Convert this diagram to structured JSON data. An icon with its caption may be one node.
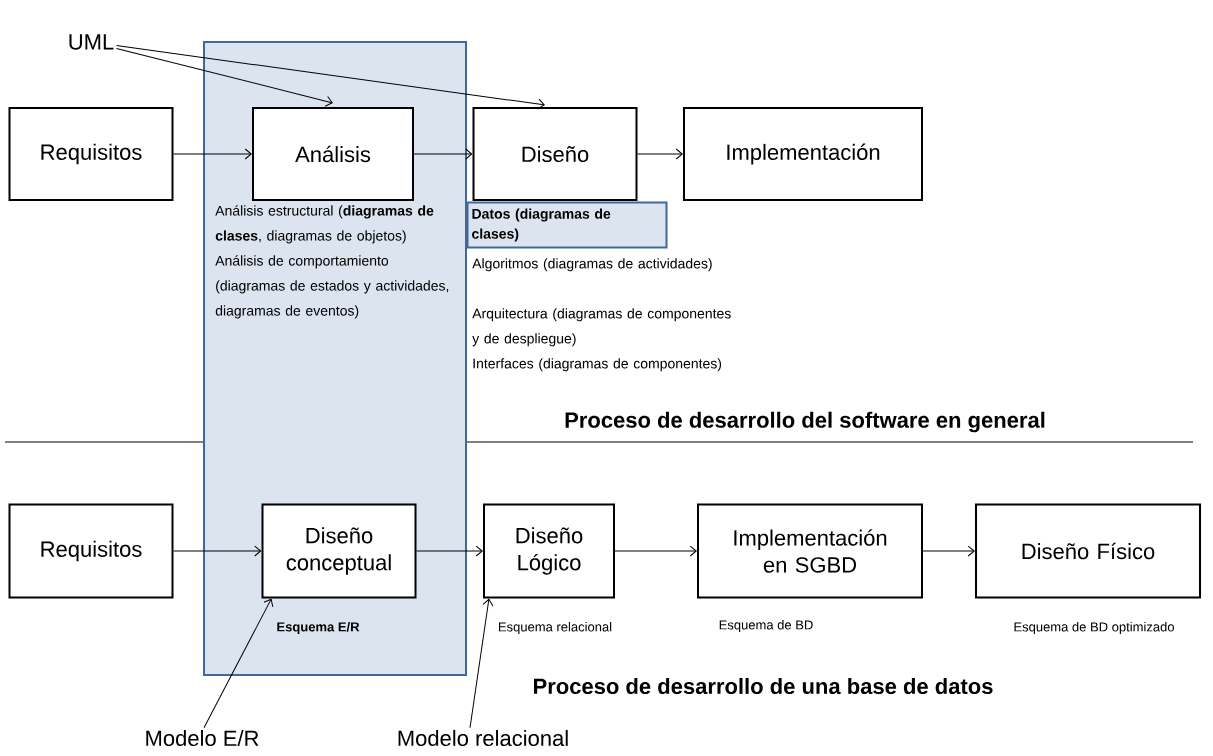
{
  "diagram": {
    "nodes": [
      {
        "text": [],
        "shape": "box"
      },
      {
        "text": [
          "UML"
        ]
      },
      {
        "text": [
          "Requisitos"
        ]
      },
      {
        "text": [
          "Análisis"
        ],
        "in": 0,
        "beside": [
          "Análisis estructural (**diagramas de clases**, diagramas de objetos)",
          "Análisis de comportamiento (diagramas de estados y actividades, diagramas de eventos)"
        ]
      },
      {
        "text": [
          "Diseño"
        ]
      },
      {
        "text": [
          "Implementación"
        ]
      },
      {
        "text": [
          "Datos (diagramas de clases)"
        ]
      },
      {
        "text": [
          "Requisitos"
        ]
      },
      {
        "text": [
          "Diseño conceptual"
        ],
        "in": 0,
        "beside": [
          "Esquema E/R"
        ]
      },
      {
        "text": [
          "Diseño Lógico"
        ],
        "beside": [
          "Esquema relacional"
        ]
      },
      {
        "text": [
          "Implementación en SGBD"
        ],
        "beside": [
          "Esquema de BD"
        ]
      },
      {
        "text": [
          "Diseño Físico"
        ],
        "beside": [
          "Esquema de BD optimizado"
        ]
      },
      {
        "text": [
          "Modelo E/R"
        ]
      },
      {
        "text": [
          "Modelo relacional"
        ]
      }
    ],
    "edges": [
      {
        "from": 1,
        "to": 3,
        "arrow": "to"
      },
      {
        "from": 1,
        "to": 4,
        "arrow": "to"
      },
      {
        "from": 2,
        "to": 3,
        "arrow": "to"
      },
      {
        "from": 3,
        "to": 4,
        "arrow": "to"
      },
      {
        "from": 4,
        "to": 5,
        "arrow": "to"
      },
      {
        "from": 7,
        "to": 8,
        "arrow": "to"
      },
      {
        "from": 8,
        "to": 9,
        "arrow": "to"
      },
      {
        "from": 9,
        "to": 10,
        "arrow": "to"
      },
      {
        "from": 10,
        "to": 11,
        "arrow": "to"
      },
      {
        "from": 12,
        "to": 8,
        "arrow": "to"
      },
      {
        "from": 13,
        "to": 9,
        "arrow": "to"
      }
    ],
    "labels": [
      "Algoritmos (diagramas de actividades)",
      "Arquitectura (diagramas de componentes y de despliegue)",
      "Interfaces (diagramas de componentes)",
      "Proceso de desarrollo del software en general",
      "Proceso de desarrollo de una base de datos"
    ]
  }
}
